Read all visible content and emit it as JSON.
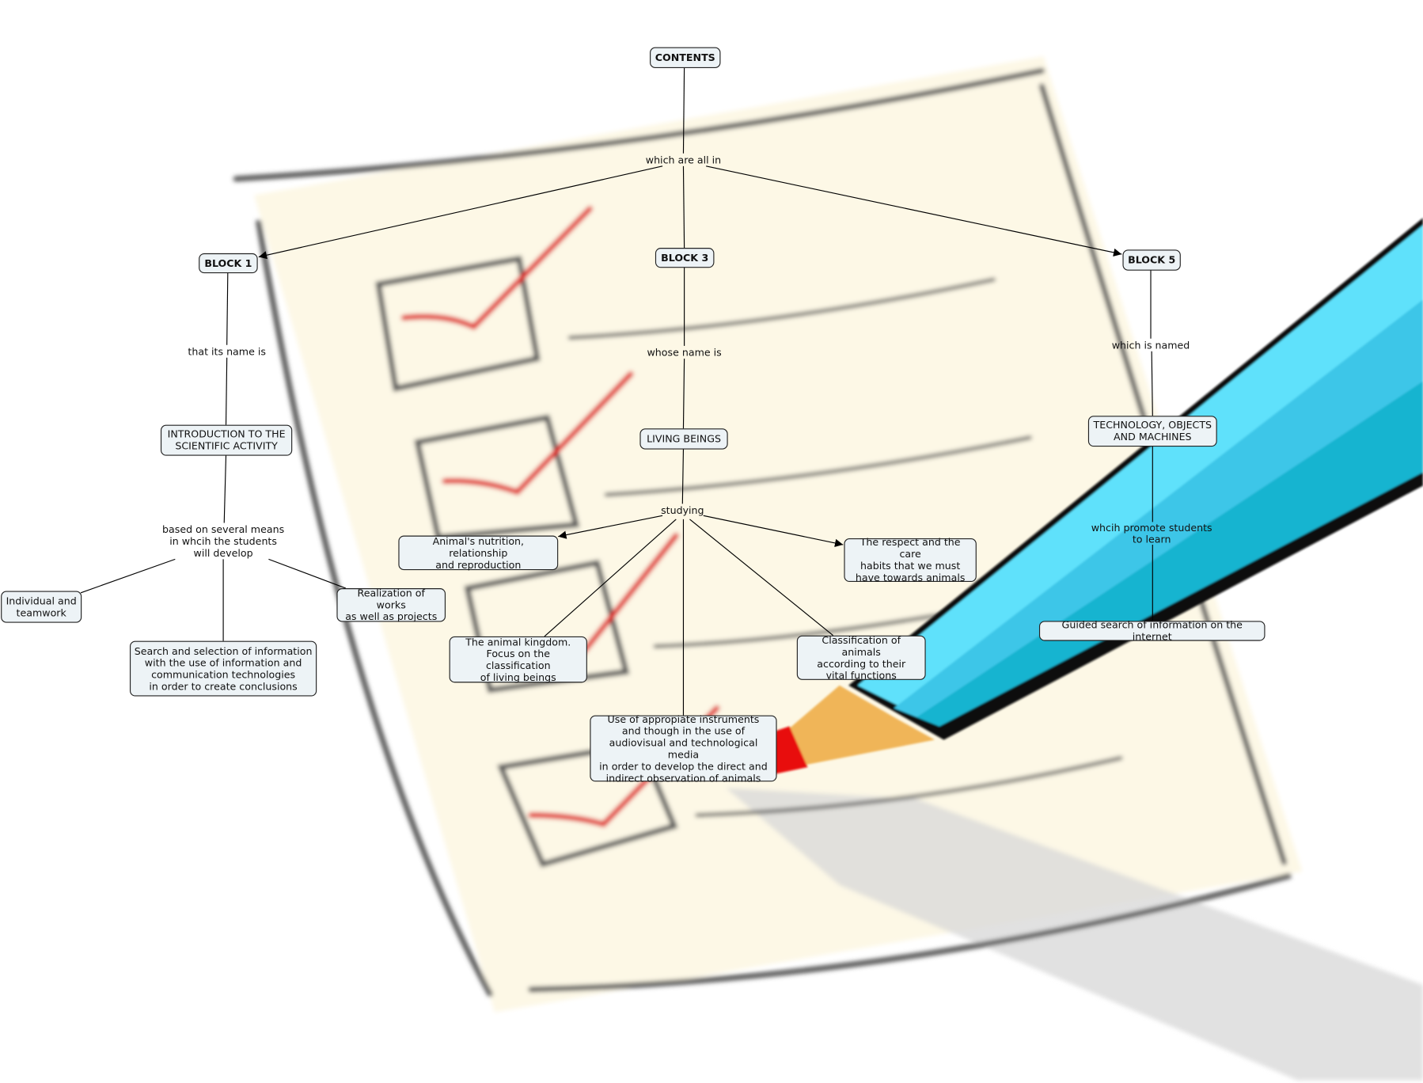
{
  "concept_map": {
    "root": "CONTENTS",
    "root_link": "which are all in",
    "blocks": [
      {
        "title": "BLOCK 1",
        "link": "that its name is",
        "topic": "INTRODUCTION TO THE\nSCIENTIFIC ACTIVITY",
        "sub_link": "based on several means\nin whcih the students\nwill develop",
        "items": [
          "Individual and\nteamwork",
          "Search and selection of information\nwith the use of information and\ncommunication technologies\nin order to create conclusions",
          "Realization of works\nas well as projects"
        ]
      },
      {
        "title": "BLOCK 3",
        "link": "whose name is",
        "topic": "LIVING BEINGS",
        "sub_link": "studying",
        "items": [
          "Animal's nutrition, relationship\nand reproduction",
          "The animal kingdom.\nFocus on the classification\nof living beings",
          "Use of appropiate instruments\nand though in the use of\naudiovisual and technological media\nin order to develop the direct and\nindirect observation of animals",
          "Classification of animals\naccording to their\nvital functions",
          "The respect and the care\nhabits that we must\nhave towards animals"
        ]
      },
      {
        "title": "BLOCK 5",
        "link": "which is named",
        "topic": "TECHNOLOGY, OBJECTS\nAND MACHINES",
        "sub_link": "whcih promote students\nto learn",
        "items": [
          "Guided search of information on the internet"
        ]
      }
    ]
  },
  "colors": {
    "node_fill": "#edf3f6",
    "paper": "#fdf8e6",
    "pencil": "#3cc6e8",
    "check": "#e01010"
  }
}
